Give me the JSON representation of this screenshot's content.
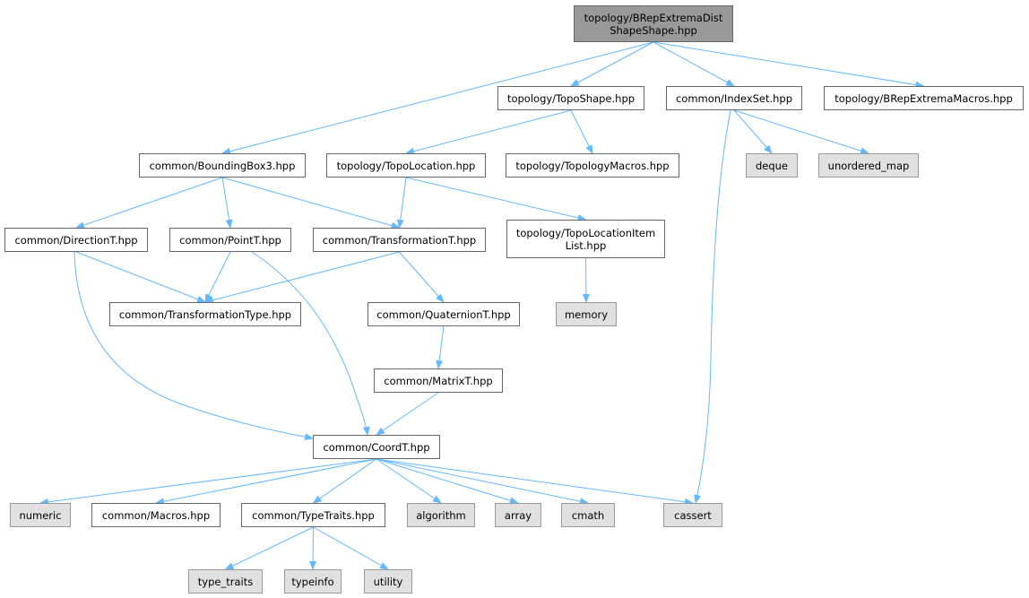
{
  "colors": {
    "edge": "#63b8ff",
    "file_node_fill": "#ffffff",
    "system_node_fill": "#e0e0e0",
    "root_node_fill": "#999999",
    "node_border": "#666666"
  },
  "nodes": {
    "root": [
      "topology/BRepExtremaDist",
      "ShapeShape.hpp"
    ],
    "topo_shape": "topology/TopoShape.hpp",
    "index_set": "common/IndexSet.hpp",
    "brep_macros": "topology/BRepExtremaMacros.hpp",
    "bounding_box": "common/BoundingBox3.hpp",
    "topo_location": "topology/TopoLocation.hpp",
    "topology_macros": "topology/TopologyMacros.hpp",
    "deque": "deque",
    "unordered_map": "unordered_map",
    "direction": "common/DirectionT.hpp",
    "point": "common/PointT.hpp",
    "transformation": "common/TransformationT.hpp",
    "topo_location_item": [
      "topology/TopoLocationItem",
      "List.hpp"
    ],
    "transformation_type": "common/TransformationType.hpp",
    "quaternion": "common/QuaternionT.hpp",
    "memory": "memory",
    "matrix": "common/MatrixT.hpp",
    "coord": "common/CoordT.hpp",
    "numeric": "numeric",
    "macros": "common/Macros.hpp",
    "type_traits_hdr": "common/TypeTraits.hpp",
    "algorithm": "algorithm",
    "array": "array",
    "cmath": "cmath",
    "cassert": "cassert",
    "type_traits": "type_traits",
    "typeinfo": "typeinfo",
    "utility": "utility"
  },
  "edges": [
    [
      "root",
      "bounding_box"
    ],
    [
      "root",
      "topo_shape"
    ],
    [
      "root",
      "index_set"
    ],
    [
      "root",
      "brep_macros"
    ],
    [
      "topo_shape",
      "topo_location"
    ],
    [
      "topo_shape",
      "topology_macros"
    ],
    [
      "index_set",
      "deque"
    ],
    [
      "index_set",
      "unordered_map"
    ],
    [
      "index_set",
      "cassert"
    ],
    [
      "bounding_box",
      "direction"
    ],
    [
      "bounding_box",
      "point"
    ],
    [
      "bounding_box",
      "transformation"
    ],
    [
      "topo_location",
      "transformation"
    ],
    [
      "topo_location",
      "topo_location_item"
    ],
    [
      "direction",
      "transformation_type"
    ],
    [
      "direction",
      "coord"
    ],
    [
      "point",
      "transformation_type"
    ],
    [
      "point",
      "coord"
    ],
    [
      "transformation",
      "transformation_type"
    ],
    [
      "transformation",
      "quaternion"
    ],
    [
      "topo_location_item",
      "memory"
    ],
    [
      "quaternion",
      "matrix"
    ],
    [
      "matrix",
      "coord"
    ],
    [
      "coord",
      "numeric"
    ],
    [
      "coord",
      "macros"
    ],
    [
      "coord",
      "type_traits_hdr"
    ],
    [
      "coord",
      "algorithm"
    ],
    [
      "coord",
      "array"
    ],
    [
      "coord",
      "cmath"
    ],
    [
      "coord",
      "cassert"
    ],
    [
      "type_traits_hdr",
      "type_traits"
    ],
    [
      "type_traits_hdr",
      "typeinfo"
    ],
    [
      "type_traits_hdr",
      "utility"
    ]
  ]
}
